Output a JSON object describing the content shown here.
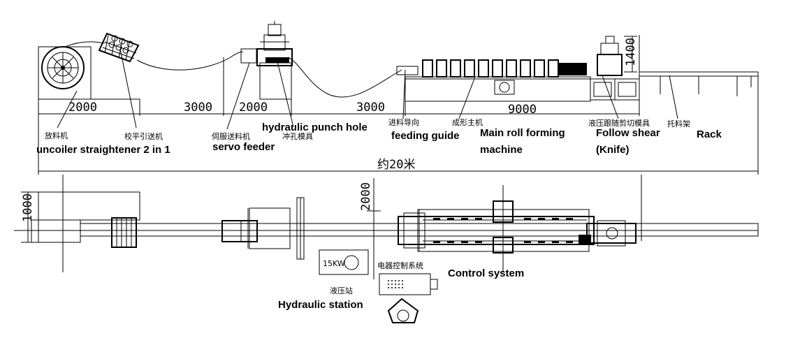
{
  "dimensions": {
    "d2000a": "2000",
    "d3000a": "3000",
    "d2000b": "2000",
    "d3000b": "3000",
    "d9000": "9000",
    "d1400": "1400",
    "d20m": "约20米",
    "d2000v": "2000",
    "d1000v": "1000"
  },
  "labels_cn": {
    "uncoiler": "放料机",
    "straightener": "校平引送机",
    "servo": "伺服送料机",
    "punch": "冲孔模具",
    "guide": "进料导向",
    "main": "成形主机",
    "shear": "液压跟随剪切模具",
    "rack": "托料架",
    "control": "电器控制系统",
    "hydraulic": "液压站"
  },
  "labels_en": {
    "uncoiler": "uncoiler straightener 2 in 1",
    "servo": "servo feeder",
    "punch": "hydraulic punch hole",
    "guide": "feeding guide",
    "main_line1": "Main roll forming",
    "main_line2": "machine",
    "shear_line1": "Follow shear",
    "shear_line2": "(Knife)",
    "rack": "Rack",
    "control": "Control system",
    "hydraulic": "Hydraulic station"
  },
  "equipment": {
    "motor": "15KW"
  }
}
